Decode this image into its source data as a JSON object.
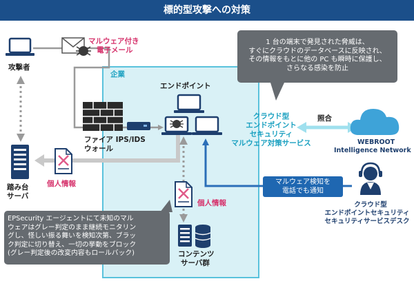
{
  "header": {
    "title": "標的型攻撃への対策"
  },
  "labels": {
    "attacker": "攻撃者",
    "malware_mail_line1": "マルウェア付き",
    "malware_mail_line2": "電子メール",
    "enterprise": "企業",
    "endpoint": "エンドポイント",
    "firewall_line1": "ファイア IPS/IDS",
    "firewall_line2": "ウォール",
    "stepping_line1": "踏み台",
    "stepping_line2": "サーバ",
    "personal_info": "個人情報",
    "personal_info_2": "個人情報",
    "content_line1": "コンテンツ",
    "content_line2": "サーバ群",
    "cloud_service_line1": "クラウド型",
    "cloud_service_line2": "エンドポイント",
    "cloud_service_line3": "セキュリティ",
    "cloud_service_line4": "マルウェア対策サービス",
    "collation": "照合",
    "webroot_line1": "WEBROOT",
    "webroot_line2": "Intelligence Network",
    "desk_line1": "クラウド型",
    "desk_line2": "エンドポイントセキュリティ",
    "desk_line3": "セキュリティサービスデスク"
  },
  "callouts": {
    "top_line1": "1 台の端末で発見された脅威は、",
    "top_line2": "すぐにクラウドのデータベースに反映され、",
    "top_line3": "その情報をもとに他の PC も瞬時に保護し、",
    "top_line4": "さらなる感染を防止",
    "blue_line1": "マルウェア検知を",
    "blue_line2": "電話でも通知",
    "bottom_line1": "EPSecurity エージェントにて未知のマル",
    "bottom_line2": "ウェアはグレー判定のまま継続モニタリン",
    "bottom_line3": "グし、怪しい振る舞いを検知次第、ブラッ",
    "bottom_line4": "ク判定に切り替え、一切の挙動をブロック",
    "bottom_line5": "(グレー判定後の改変内容もロールバック)"
  },
  "colors": {
    "title_bg": "#1b4f8a",
    "enterprise_bg": "#d9f1f6",
    "enterprise_border": "#59c2dc",
    "arrow_blue": "#2b6fb8",
    "arrow_grey": "#9a9a9a",
    "pink": "#d6336c",
    "teal": "#1aa0c0",
    "bubble_grey": "#666b70"
  }
}
